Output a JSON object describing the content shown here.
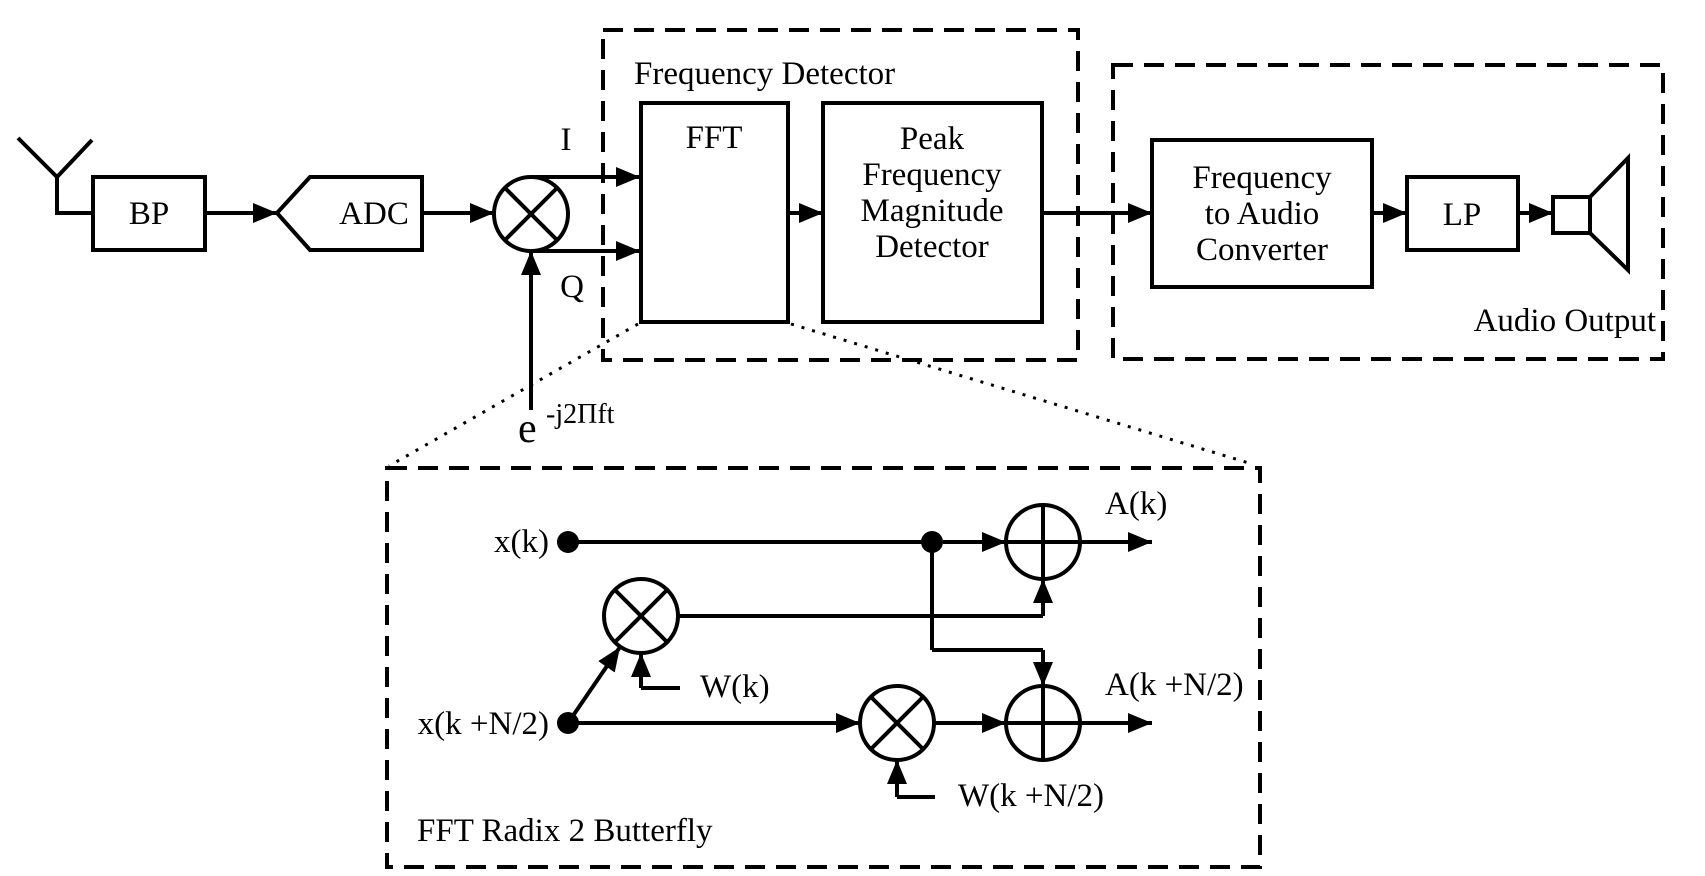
{
  "diagram": {
    "blocks": {
      "bp": "BP",
      "adc": "ADC",
      "fft": "FFT",
      "peak_detector": [
        "Peak",
        "Frequency",
        "Magnitude",
        "Detector"
      ],
      "freq_to_audio": [
        "Frequency",
        "to Audio",
        "Converter"
      ],
      "lp": "LP"
    },
    "groups": {
      "frequency_detector": "Frequency Detector",
      "audio_output": "Audio Output",
      "butterfly": "FFT Radix 2 Butterfly"
    },
    "signals": {
      "i": "I",
      "q": "Q",
      "lo_base": "e",
      "lo_exponent": "-j2Πft",
      "x_k": "x(k)",
      "x_k_n2": "x(k +N/2)",
      "w_k": "W(k)",
      "w_k_n2": "W(k +N/2)",
      "a_k": "A(k)",
      "a_k_n2": "A(k +N/2)"
    },
    "icons": {
      "antenna": "antenna-icon",
      "speaker": "speaker-icon",
      "mixer": "multiplier-icon",
      "adder": "adder-icon"
    },
    "colors": {
      "ink": "#000000",
      "background": "#ffffff"
    }
  }
}
